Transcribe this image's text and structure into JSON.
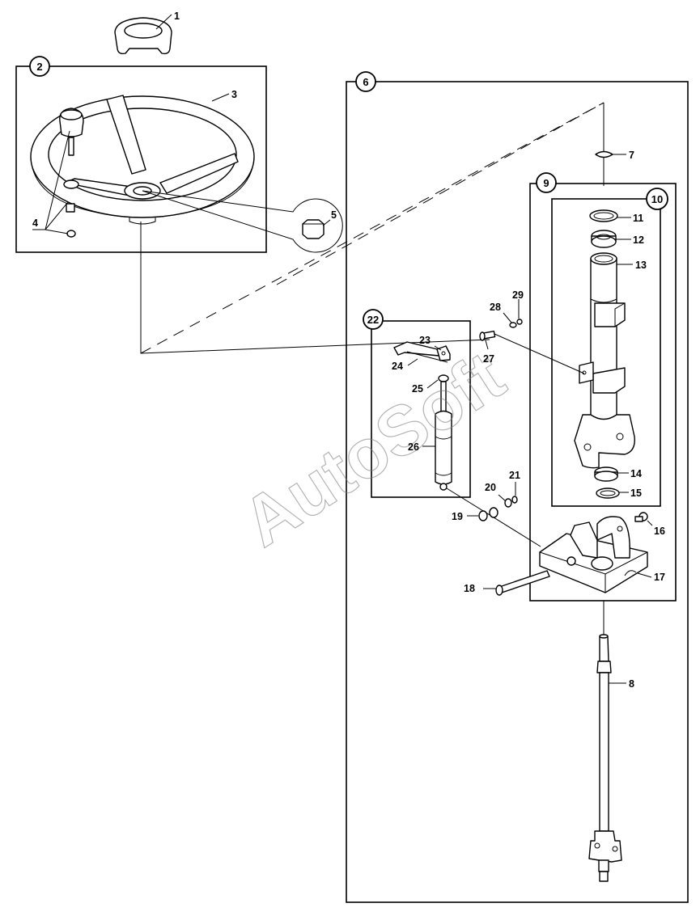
{
  "watermark": "AutoSoft",
  "assemblies": [
    {
      "id": "2"
    },
    {
      "id": "6"
    },
    {
      "id": "9"
    },
    {
      "id": "10"
    },
    {
      "id": "22"
    }
  ],
  "callouts": [
    "1",
    "3",
    "4",
    "5",
    "7",
    "8",
    "11",
    "12",
    "13",
    "14",
    "15",
    "16",
    "17",
    "18",
    "19",
    "20",
    "21",
    "23",
    "24",
    "25",
    "26",
    "27",
    "28",
    "29"
  ]
}
